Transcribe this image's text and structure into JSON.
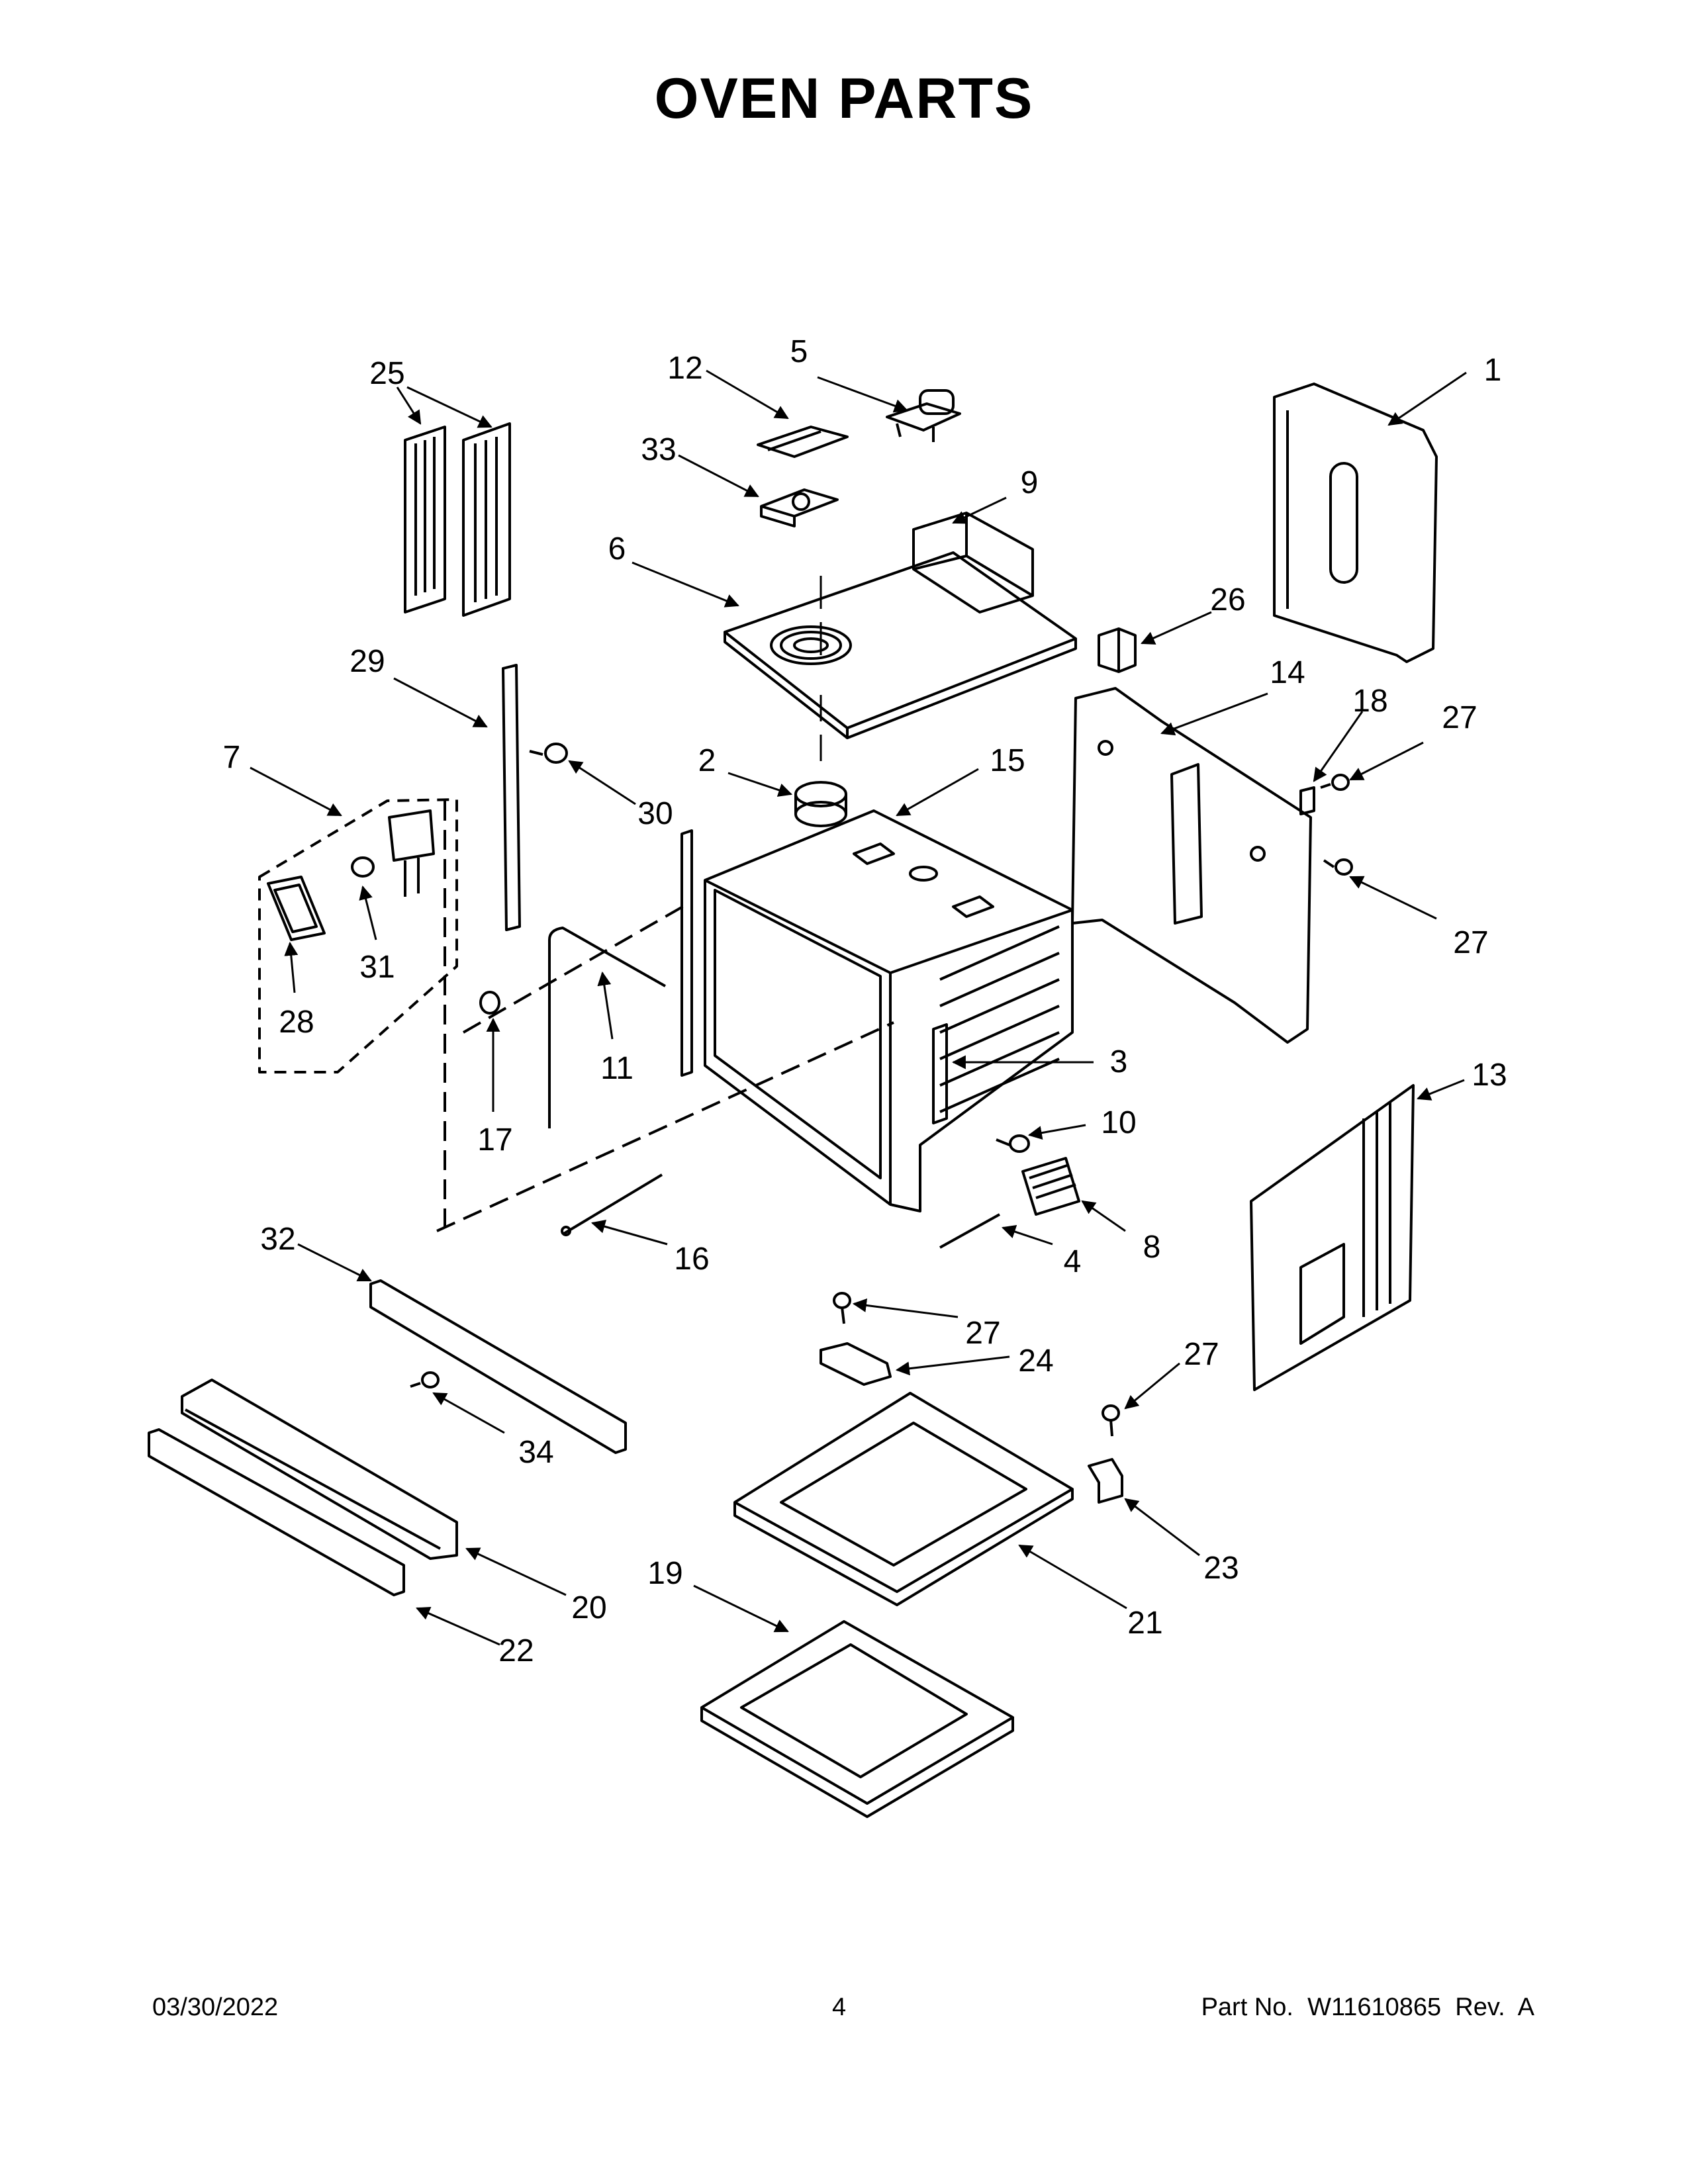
{
  "title": "OVEN PARTS",
  "footer": {
    "date": "03/30/2022",
    "page": "4",
    "part_no": "Part No.  W11610865  Rev.  A"
  },
  "callouts": {
    "c1": "1",
    "c2": "2",
    "c3": "3",
    "c4": "4",
    "c5": "5",
    "c6": "6",
    "c7": "7",
    "c8": "8",
    "c9": "9",
    "c10": "10",
    "c11": "11",
    "c12": "12",
    "c13": "13",
    "c14": "14",
    "c15": "15",
    "c16": "16",
    "c17": "17",
    "c18": "18",
    "c19": "19",
    "c20": "20",
    "c21": "21",
    "c22": "22",
    "c23": "23",
    "c24": "24",
    "c25": "25",
    "c26": "26",
    "c27a": "27",
    "c27b": "27",
    "c27c": "27",
    "c27d": "27",
    "c28": "28",
    "c29": "29",
    "c30": "30",
    "c31": "31",
    "c32": "32",
    "c33": "33",
    "c34": "34"
  }
}
